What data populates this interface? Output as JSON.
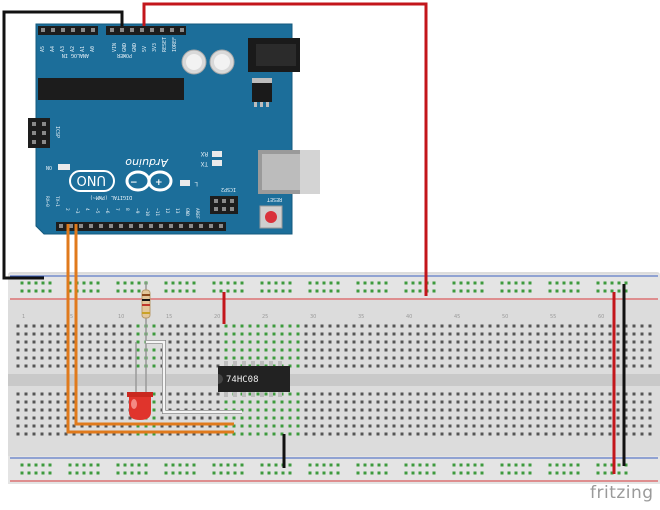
{
  "arduino": {
    "logo_text": "Arduino",
    "model": "UNO",
    "analog_header": [
      "A5",
      "A4",
      "A3",
      "A2",
      "A1",
      "A0"
    ],
    "analog_label": "ANALOG IN",
    "power_header": [
      "VIN",
      "GND",
      "GND",
      "5V",
      "3V3",
      "RESET",
      "IOREF"
    ],
    "power_label": "POWER",
    "digital_label": "DIGITAL (PWM~)",
    "digital_header": [
      "RX←0",
      "TX→1",
      "2",
      "~3",
      "4",
      "~5",
      "~6",
      "7",
      "8",
      "~9",
      "~10",
      "~11",
      "12",
      "13",
      "GND",
      "AREF"
    ],
    "led_labels": {
      "rx": "RX",
      "tx": "TX",
      "l": "L",
      "on": "ON"
    },
    "icsp_label": "ICSP",
    "icsp2_label": "ICSP2",
    "reset_label": "RESET",
    "board_color": "#1c6e9a"
  },
  "breadboard": {
    "column_numbers": [
      "1",
      "5",
      "10",
      "15",
      "20",
      "25",
      "30",
      "35",
      "40",
      "45",
      "50",
      "55",
      "60"
    ],
    "rail_red": "#d7393a",
    "rail_blue": "#3b5fc1"
  },
  "chip": {
    "label": "74HC08"
  },
  "wires": {
    "red": "#c3161b",
    "black": "#111111",
    "orange": "#e07a1c",
    "white": "#f4f4f4"
  },
  "led": {
    "color": "#e0342c"
  },
  "branding": {
    "text": "fritzing"
  }
}
